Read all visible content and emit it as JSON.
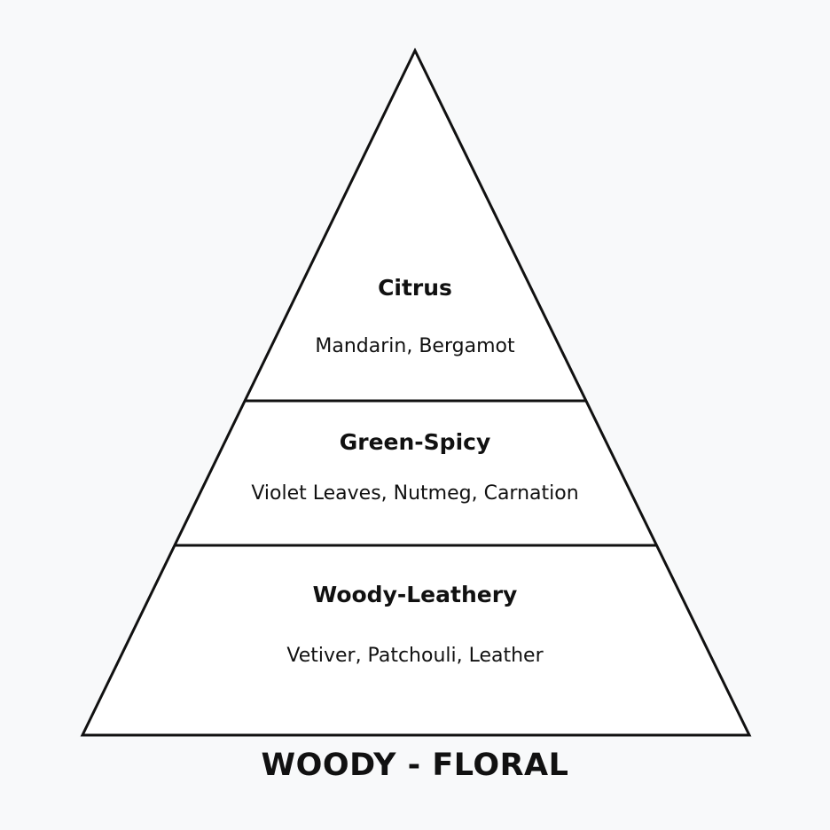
{
  "pyramid": {
    "stroke_color": "#111111",
    "fill_color": "#ffffff",
    "background_color": "#f8f9fa",
    "tiers": [
      {
        "title": "Citrus",
        "notes": "Mandarin, Bergamot"
      },
      {
        "title": "Green-Spicy",
        "notes": "Violet Leaves, Nutmeg, Carnation"
      },
      {
        "title": "Woody-Leathery",
        "notes": "Vetiver, Patchouli, Leather"
      }
    ]
  },
  "footer": {
    "title": "WOODY - FLORAL"
  }
}
